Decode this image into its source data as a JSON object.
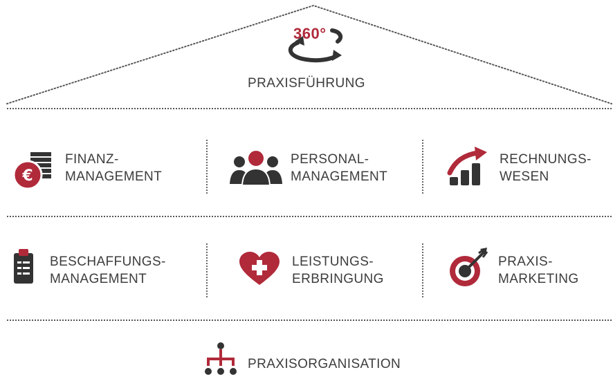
{
  "colors": {
    "accent": "#b02a3a",
    "dark": "#333333",
    "text": "#3d3d3d"
  },
  "roof": {
    "badge_text": "360°",
    "badge_icon": "rotation-arrows-icon",
    "title": "PRAXISFÜHRUNG"
  },
  "row1": [
    {
      "icon": "euro-coins-icon",
      "line1": "FINANZ-",
      "line2": "MANAGEMENT"
    },
    {
      "icon": "people-group-icon",
      "line1": "PERSONAL-",
      "line2": "MANAGEMENT"
    },
    {
      "icon": "bar-chart-growth-icon",
      "line1": "RECHNUNGS-",
      "line2": "WESEN"
    }
  ],
  "row2": [
    {
      "icon": "clipboard-checklist-icon",
      "line1": "BESCHAFFUNGS-",
      "line2": "MANAGEMENT"
    },
    {
      "icon": "heart-cross-icon",
      "line1": "LEISTUNGS-",
      "line2": "ERBRINGUNG"
    },
    {
      "icon": "target-arrow-icon",
      "line1": "PRAXIS-",
      "line2": "MARKETING"
    }
  ],
  "foundation": {
    "icon": "org-chart-icon",
    "label": "PRAXISORGANISATION"
  }
}
